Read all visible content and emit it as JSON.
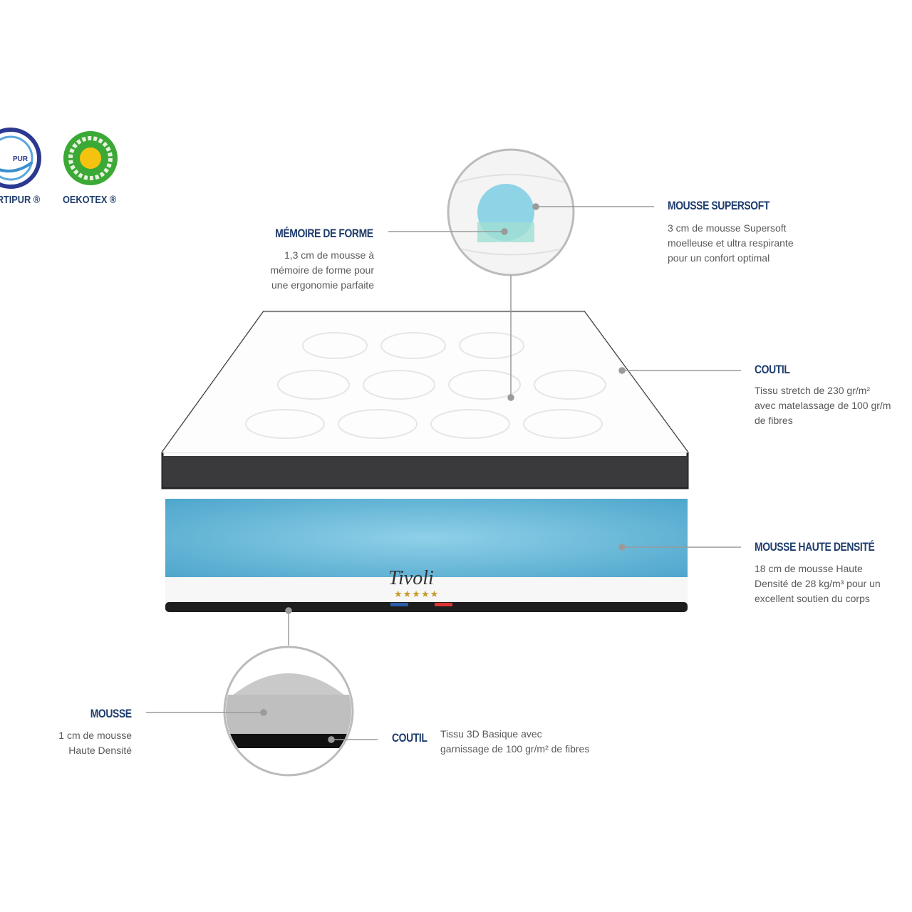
{
  "certifications": [
    {
      "label": "CERTIPUR ®",
      "logo_text": "CertiPUR",
      "color": "#2b3990"
    },
    {
      "label": "OEKOTEX ®",
      "color": "#3aa935"
    }
  ],
  "callouts": {
    "memoire": {
      "title": "MÉMOIRE DE FORME",
      "lines": [
        "1,3 cm de mousse à",
        "mémoire de forme pour",
        "une ergonomie parfaite"
      ]
    },
    "supersoft": {
      "title": "MOUSSE SUPERSOFT",
      "lines": [
        "3 cm de mousse Supersoft",
        "moelleuse et ultra respirante",
        "pour un confort optimal"
      ]
    },
    "coutil_top": {
      "title": "COUTIL",
      "lines": [
        "Tissu stretch de 230 gr/m²",
        "avec matelassage de 100 gr/m",
        "de fibres"
      ]
    },
    "haute_densite": {
      "title": "MOUSSE HAUTE DENSITÉ",
      "lines": [
        "18 cm de mousse Haute",
        "Densité de 28 kg/m³ pour un",
        "excellent soutien du corps"
      ]
    },
    "mousse": {
      "title": "MOUSSE",
      "lines": [
        "1 cm de mousse",
        "Haute Densité"
      ]
    },
    "coutil_bottom": {
      "title": "COUTIL",
      "lines": [
        "Tissu 3D Basique avec",
        "garnissage de 100 gr/m² de fibres"
      ]
    }
  },
  "mattress": {
    "brand": "Tivoli",
    "stars": "★★★★★"
  },
  "colors": {
    "title": "#1f3d6d",
    "text": "#5a5a5a",
    "foam": "#5fb3d4",
    "band": "#3a3a3c"
  }
}
